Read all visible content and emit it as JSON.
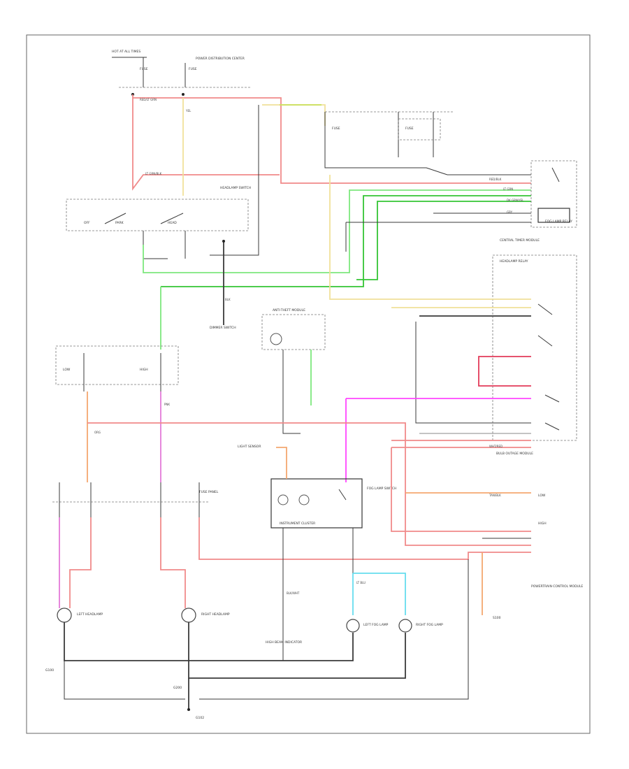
{
  "labels": {
    "hot_at_all_times": "HOT AT ALL TIMES",
    "fuse_1": "FUSE",
    "fuse_2": "FUSE",
    "power_distribution": "POWER DISTRIBUTION CENTER",
    "fuse_3": "FUSE",
    "fuse_4": "FUSE",
    "headlamp_switch": "HEADLAMP SWITCH",
    "dimmer_switch": "DIMMER SWITCH",
    "foglamp_relay": "FOG LAMP RELAY",
    "headlamp_relay": "HEADLAMP RELAY",
    "central_timer": "CENTRAL TIMER MODULE",
    "bulb_outage": "BULB OUTAGE MODULE",
    "instrument_cluster": "INSTRUMENT CLUSTER",
    "high_beam_ind": "HIGH BEAM INDICATOR",
    "fog_lamp_switch": "FOG LAMP SWITCH",
    "left_headlamp": "LEFT HEADLAMP",
    "right_headlamp": "RIGHT HEADLAMP",
    "left_fog": "LEFT FOG LAMP",
    "right_fog": "RIGHT FOG LAMP",
    "ground": "G100",
    "ground_2": "G200",
    "splice": "S100",
    "anti_theft": "ANTI-THEFT MODULE",
    "light_sensor": "LIGHT SENSOR",
    "engine_module": "POWERTRAIN CONTROL MODULE",
    "fuse_panel": "FUSE PANEL",
    "bottom_note": "G102"
  },
  "wire_labels": [
    "RED/LT GRN",
    "YEL",
    "LT GRN/BLK",
    "RED/BLK",
    "BLK",
    "GRY",
    "LT GRN",
    "DK GRN/YEL",
    "ORG",
    "PNK",
    "LT BLU",
    "BLK/WHT",
    "WHT/RED",
    "TAN/BLK"
  ],
  "colors": {
    "red": "#f08a8a",
    "green": "#34c534",
    "light_green": "#7de87d",
    "yellow": "#f1e19a",
    "orange": "#f4a870",
    "pink": "#e37ad8",
    "magenta": "#ff44ff",
    "cyan": "#66ddee",
    "black": "#3a3a3a"
  }
}
